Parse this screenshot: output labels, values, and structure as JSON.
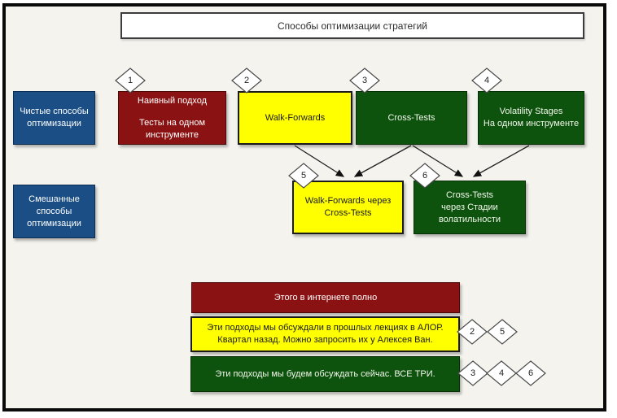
{
  "title": "Способы оптимизации стратегий",
  "palette": {
    "background": "#F4F3EE",
    "frame": "#0A0A0A",
    "blue": "#1A4E85",
    "dark_red": "#8A1212",
    "yellow": "#FFFF00",
    "dark_green": "#0D520D",
    "diamond_fill": "#FFFFFF",
    "diamond_border": "#4A4A4A",
    "arrow": "#1A1A1A"
  },
  "left_labels": [
    {
      "lines": [
        "Чистые способы",
        "оптимизации"
      ]
    },
    {
      "lines": [
        "Смешанные",
        "способы",
        "оптимизации"
      ]
    }
  ],
  "row1": [
    {
      "num": "1",
      "lines": [
        "Наивный подход",
        "Тесты на одном",
        "инструменте"
      ]
    },
    {
      "num": "2",
      "lines": [
        "Walk-Forwards"
      ]
    },
    {
      "num": "3",
      "lines": [
        "Cross-Tests"
      ]
    },
    {
      "num": "4",
      "lines": [
        "Volatility Stages",
        "На одном инструменте"
      ]
    }
  ],
  "row2": [
    {
      "num": "5",
      "lines": [
        "Walk-Forwards через",
        "Cross-Tests"
      ]
    },
    {
      "num": "6",
      "lines": [
        "Cross-Tests",
        "через Стадии",
        "волатильности"
      ]
    }
  ],
  "legend": [
    {
      "lines": [
        "Этого в интернете полно"
      ],
      "nums": []
    },
    {
      "lines": [
        "Эти подходы мы обсуждали в прошлых лекциях в АЛОР.",
        "Квартал назад. Можно запросить их у Алексея Ван."
      ],
      "nums": [
        "2",
        "5"
      ]
    },
    {
      "lines": [
        "Эти подходы мы будем обсуждать сейчас. ВСЕ ТРИ."
      ],
      "nums": [
        "3",
        "4",
        "6"
      ]
    }
  ]
}
